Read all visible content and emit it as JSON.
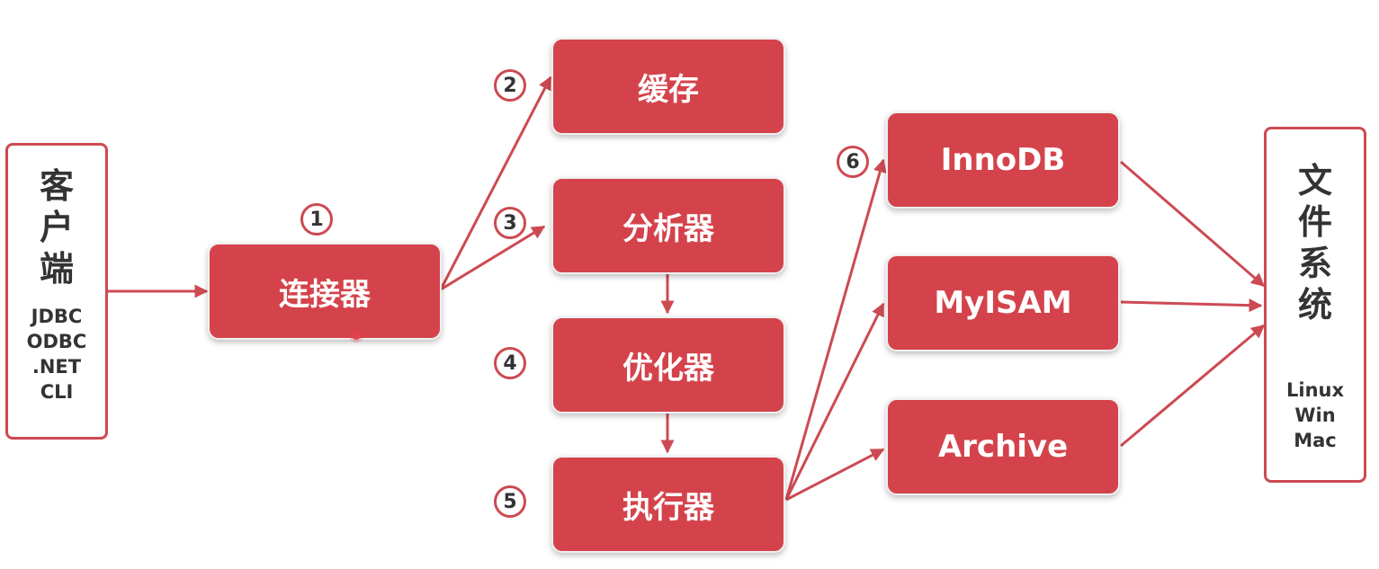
{
  "client": {
    "title_chars": [
      "客",
      "户",
      "端"
    ],
    "drivers": [
      "JDBC",
      "ODBC",
      ".NET",
      "CLI"
    ]
  },
  "components": {
    "connector": "连接器",
    "cache": "缓存",
    "analyzer": "分析器",
    "optimizer": "优化器",
    "executor": "执行器"
  },
  "engines": {
    "innodb": "InnoDB",
    "myisam": "MyISAM",
    "archive": "Archive"
  },
  "filesystem": {
    "title_chars": [
      "文",
      "件",
      "系",
      "统"
    ],
    "os": [
      "Linux",
      "Win",
      "Mac"
    ]
  },
  "steps": [
    "1",
    "2",
    "3",
    "4",
    "5",
    "6"
  ],
  "colors": {
    "node_fill": "#d4434b",
    "arrow": "#cc4a52",
    "border": "#cc4a52"
  }
}
